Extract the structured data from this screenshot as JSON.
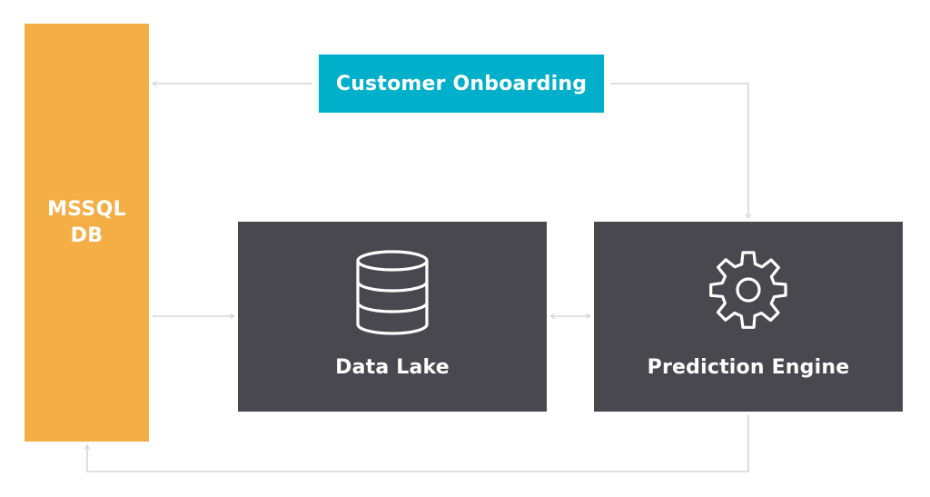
{
  "diagram": {
    "database": {
      "label": "MSSQL\nDB",
      "icon": "database-block",
      "color": "#f4ae46"
    },
    "onboarding": {
      "label": "Customer Onboarding",
      "color": "#00afc9"
    },
    "data_lake": {
      "label": "Data Lake",
      "icon": "database-icon",
      "color": "#4a484f"
    },
    "prediction_engine": {
      "label": "Prediction Engine",
      "icon": "gear-icon",
      "color": "#4a484f"
    },
    "connector_color": "#d5d5d5"
  }
}
